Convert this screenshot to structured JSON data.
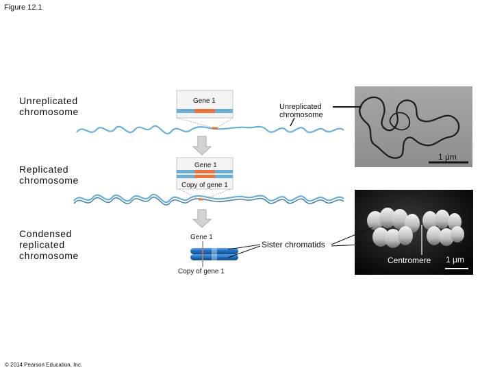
{
  "figure": {
    "title": "Figure 12.1",
    "copyright": "© 2014 Pearson Education, Inc."
  },
  "labels": {
    "unreplicated_line1": "Unreplicated",
    "unreplicated_line2": "chromosome",
    "replicated_line1": "Replicated",
    "replicated_line2": "chromosome",
    "condensed_line1": "Condensed",
    "condensed_line2": "replicated",
    "condensed_line3": "chromosome"
  },
  "callouts": {
    "gene1_top": "Gene 1",
    "gene1_mid": "Gene 1",
    "copy_gene1_mid": "Copy of gene 1",
    "gene1_bottom": "Gene 1",
    "copy_gene1_bottom": "Copy of gene 1",
    "micro_unrep_line1": "Unreplicated",
    "micro_unrep_line2": "chromosome",
    "scale_top": "1 μm",
    "sister_chromatids": "Sister chromatids",
    "centromere": "Centromere",
    "scale_bottom": "1 μm"
  },
  "colors": {
    "dna_blue": "#6aaed6",
    "dna_dark": "#2f6f9a",
    "gene_orange": "#e8743b",
    "chromosome_blue": "#1f6fc0",
    "arrow_gray": "#c9c9c9",
    "micro_bg_top": "#9a9a9a",
    "micro_bg_bottom": "#111111"
  },
  "icons": {
    "down_arrow_1": "down-arrow-icon",
    "down_arrow_2": "down-arrow-icon"
  }
}
